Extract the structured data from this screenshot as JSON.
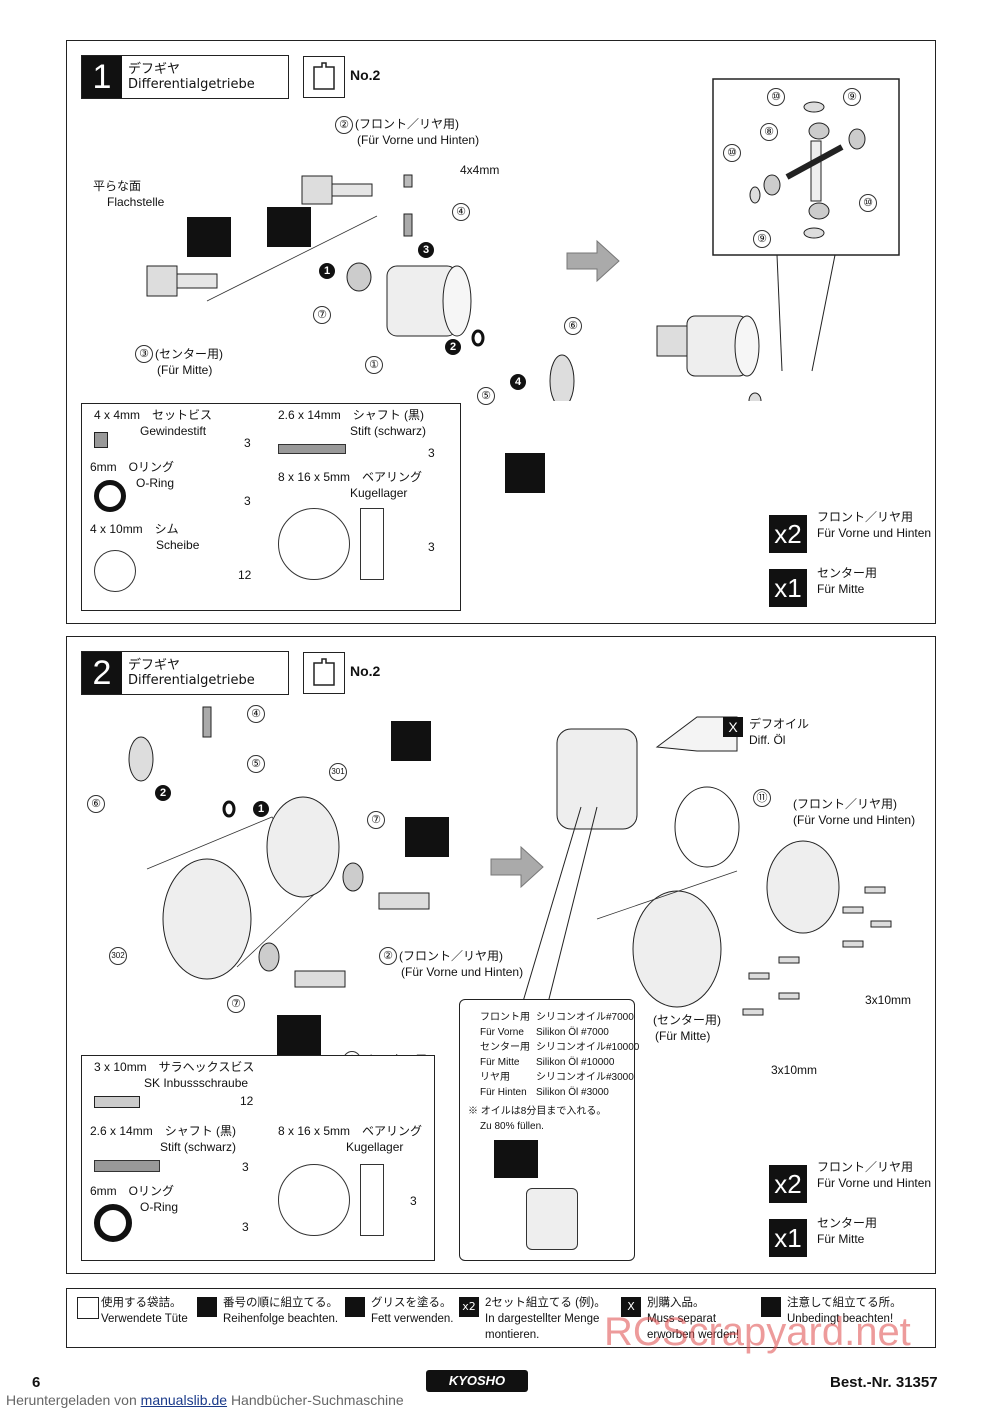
{
  "step1": {
    "number": "1",
    "title_jp": "デフギヤ",
    "title_de": "Differentialgetriebe",
    "bag": "No.2",
    "labels": {
      "flat_jp": "平らな面",
      "flat_de": "Flachstelle",
      "front_rear_jp": "(フロント／リヤ用)",
      "front_rear_de": "(Für Vorne und Hinten)",
      "center_jp": "(センター用)",
      "center_de": "(Für Mitte)",
      "size_4x4": "4x4mm"
    },
    "callouts": [
      "①",
      "②",
      "③",
      "④",
      "⑤",
      "⑥",
      "⑦",
      "⑧",
      "⑨",
      "⑩"
    ],
    "steps": [
      "1",
      "2",
      "3",
      "4"
    ],
    "parts": {
      "p1_name": "4 x 4mm　セットビス",
      "p1_de": "Gewindestift",
      "p1_qty": "3",
      "p4_name": "2.6 x 14mm　シャフト (黒)",
      "p4_de": "Stift (schwarz)",
      "p4_qty": "3",
      "p5_name": "6mm　Oリング",
      "p5_de": "O-Ring",
      "p5_qty": "3",
      "p7_name": "8 x 16 x 5mm　ベアリング",
      "p7_de": "Kugellager",
      "p7_qty": "3",
      "p10_name": "4 x 10mm　シム",
      "p10_de": "Scheibe",
      "p10_qty": "12"
    },
    "qty": {
      "x2": "x2",
      "x2_jp": "フロント／リヤ用",
      "x2_de": "Für Vorne und Hinten",
      "x1": "x1",
      "x1_jp": "センター用",
      "x1_de": "Für Mitte"
    }
  },
  "step2": {
    "number": "2",
    "title_jp": "デフギヤ",
    "title_de": "Differentialgetriebe",
    "bag": "No.2",
    "oil_jp": "デフオイル",
    "oil_de": "Diff. Öl",
    "labels": {
      "front_rear_jp": "(フロント／リヤ用)",
      "front_rear_de": "(Für Vorne und Hinten)",
      "center_jp": "(センター用)",
      "center_de": "(Für Mitte)",
      "screw_size": "3x10mm",
      "part301": "301",
      "part302": "302",
      "part11": "⑪"
    },
    "oil_table": [
      [
        "フロント用",
        "シリコンオイル#7000"
      ],
      [
        "Für Vorne",
        "Silikon Öl #7000"
      ],
      [
        "センター用",
        "シリコンオイル#10000"
      ],
      [
        "Für Mitte",
        "Silikon Öl #10000"
      ],
      [
        "リヤ用",
        "シリコンオイル#3000"
      ],
      [
        "Für Hinten",
        "Silikon Öl #3000"
      ]
    ],
    "oil_note_jp": "※ オイルは8分目まで入れる。",
    "oil_note_de": "Zu 80% füllen.",
    "parts": {
      "p1_name": "3 x 10mm　サラヘックスビス",
      "p1_de": "SK Inbussschraube",
      "p1_qty": "12",
      "p4_name": "2.6 x 14mm　シャフト (黒)",
      "p4_de": "Stift (schwarz)",
      "p4_qty": "3",
      "p5_name": "6mm　Oリング",
      "p5_de": "O-Ring",
      "p5_qty": "3",
      "p7_name": "8 x 16 x 5mm　ベアリング",
      "p7_de": "Kugellager",
      "p7_qty": "3"
    },
    "qty": {
      "x2": "x2",
      "x2_jp": "フロント／リヤ用",
      "x2_de": "Für Vorne und Hinten",
      "x1": "x1",
      "x1_jp": "センター用",
      "x1_de": "Für Mitte"
    }
  },
  "legend": [
    {
      "jp": "使用する袋詰。",
      "de": "Verwendete Tüte"
    },
    {
      "jp": "番号の順に組立てる。",
      "de": "Reihenfolge beachten."
    },
    {
      "jp": "グリスを塗る。",
      "de": "Fett verwenden."
    },
    {
      "jp": "2セット組立てる (例)。",
      "de": "In dargestellter Menge",
      "de2": "montieren."
    },
    {
      "jp": "別購入品。",
      "de": "Muss separat",
      "de2": "erworben werden!"
    },
    {
      "jp": "注意して組立てる所。",
      "de": "Unbedingt beachten!"
    }
  ],
  "legend_icon_x2": "x2",
  "legend_icon_x": "X",
  "footer": {
    "page": "6",
    "brand": "KYOSHO",
    "order": "Best.-Nr. 31357",
    "download": "Heruntergeladen von",
    "site": "manualslib.de",
    "site_rest": "Handbücher-Suchmaschine",
    "watermark": "RCScrapyard.net"
  }
}
